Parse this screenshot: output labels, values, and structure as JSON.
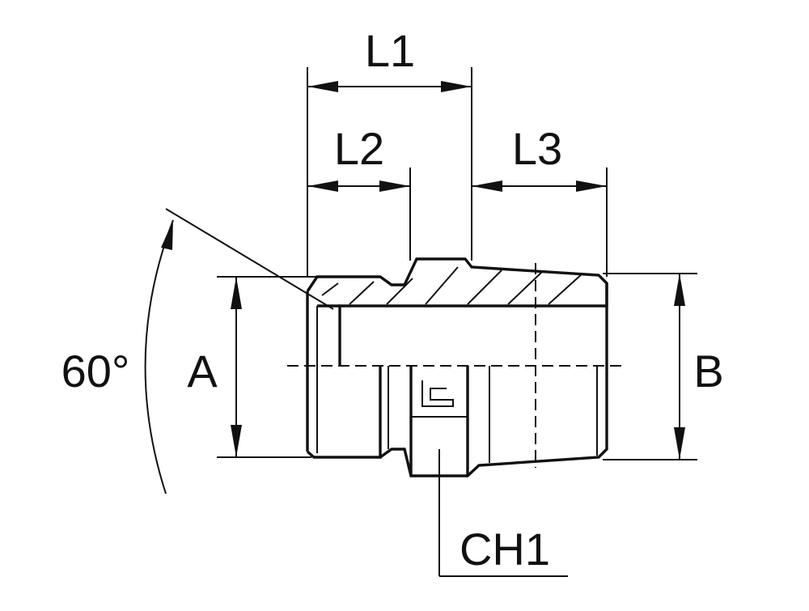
{
  "labels": {
    "l1": "L1",
    "l2": "L2",
    "l3": "L3",
    "a": "A",
    "b": "B",
    "ch1": "CH1",
    "angle": "60°"
  },
  "colors": {
    "line": "#111111",
    "background": "#ffffff"
  }
}
